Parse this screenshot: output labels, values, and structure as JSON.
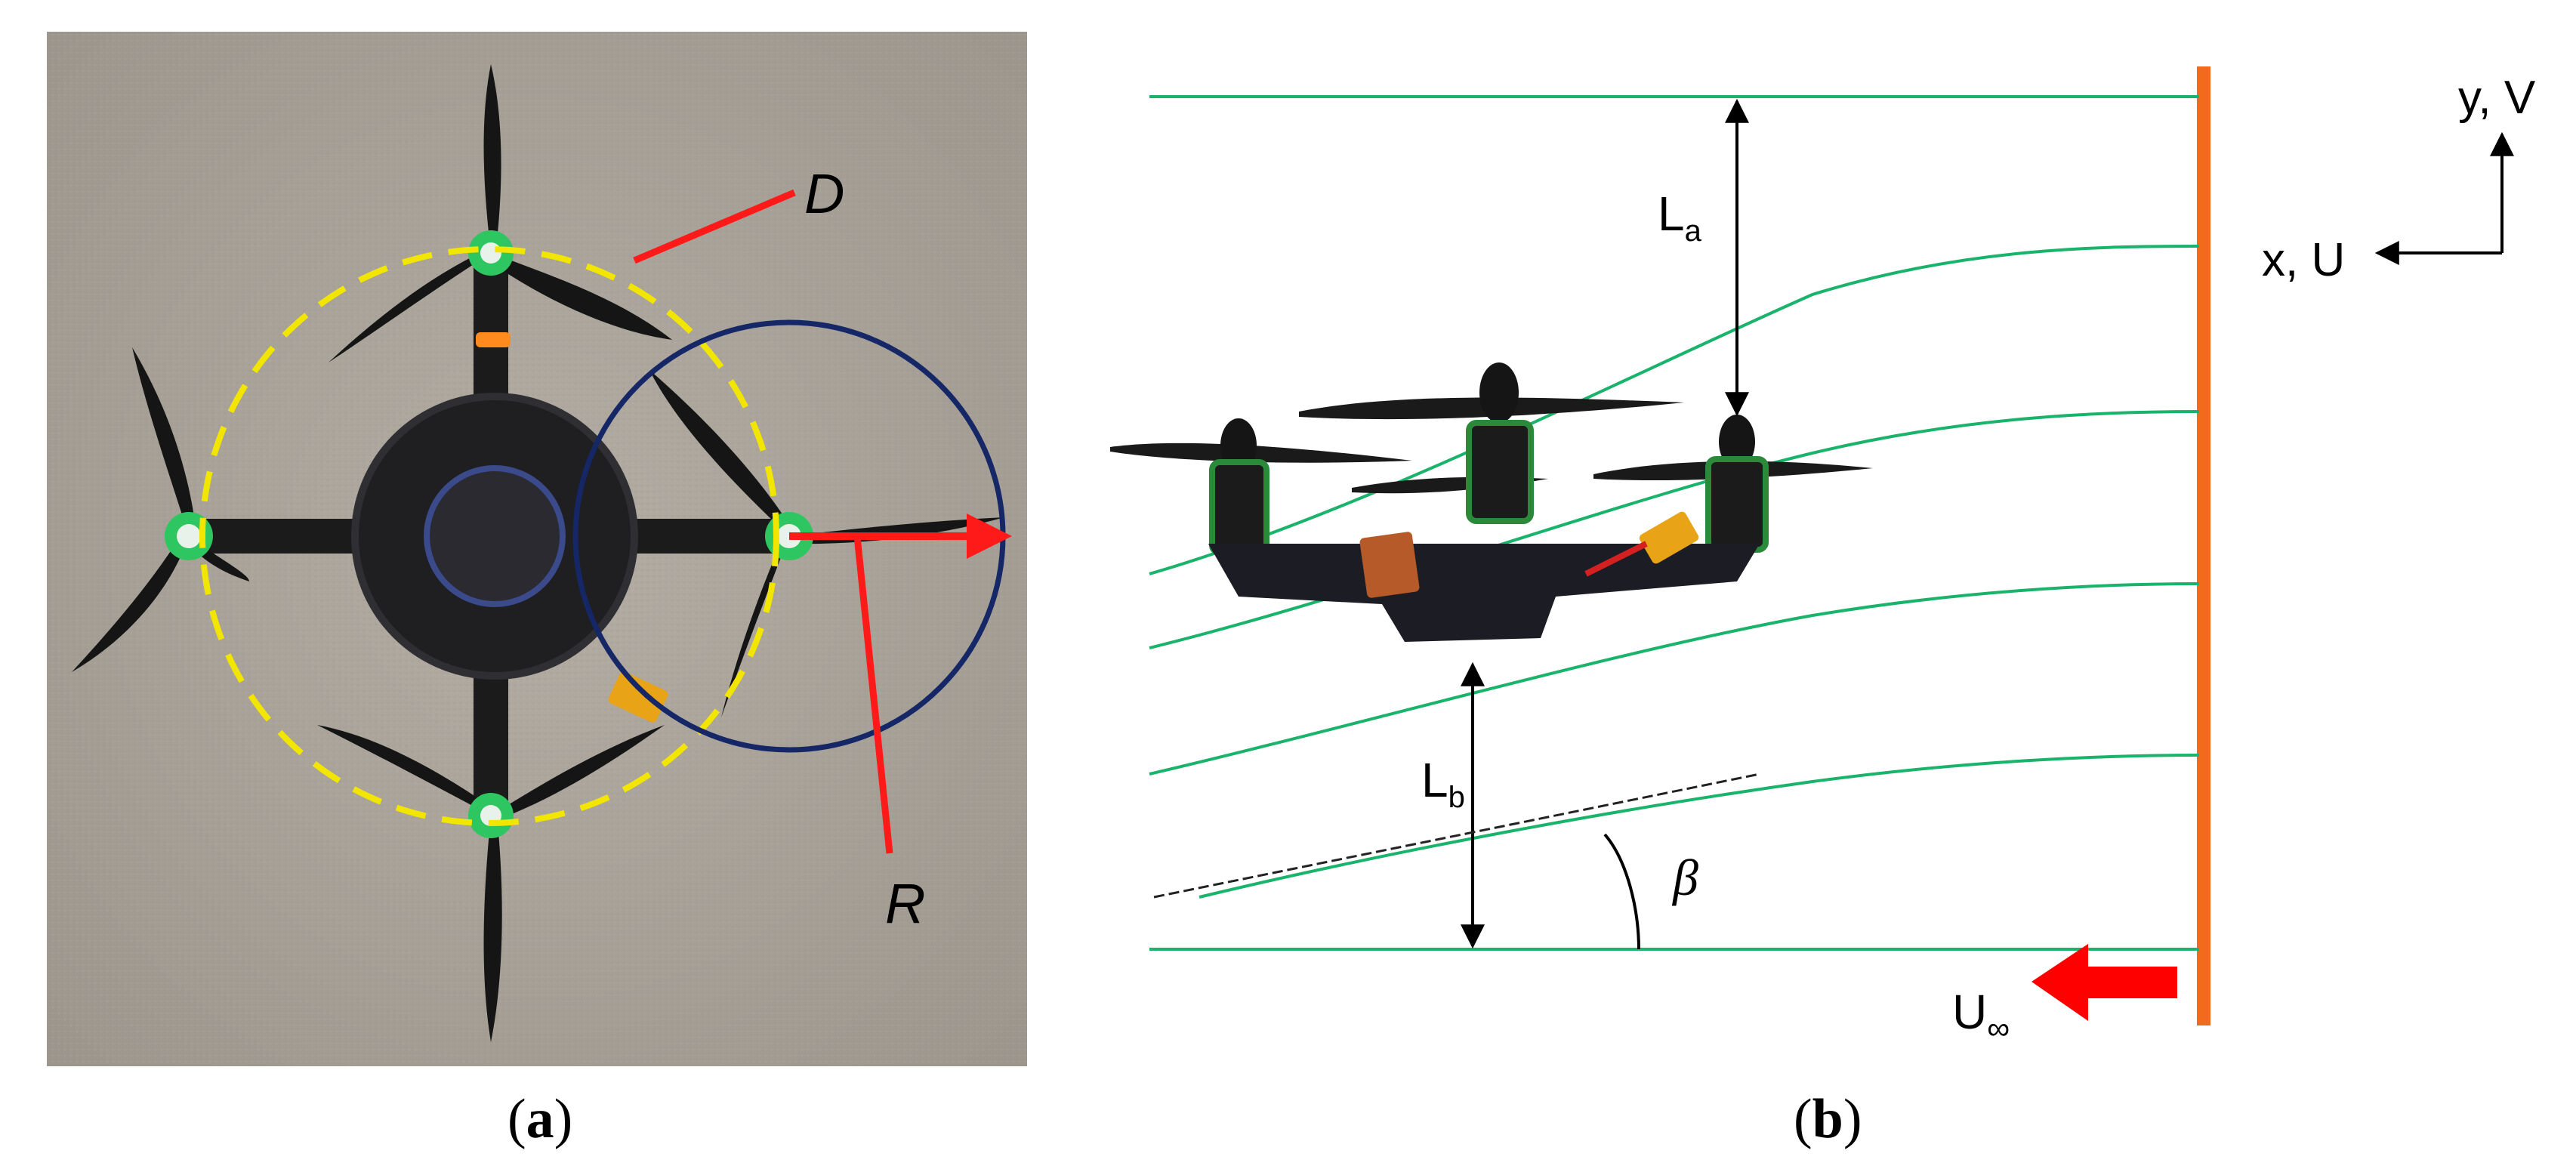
{
  "panel_a": {
    "caption_open": "(",
    "caption_letter": "a",
    "caption_close": ")",
    "label_diameter": "D",
    "label_radius": "R",
    "colors": {
      "photo_bg": "#a9a39a",
      "dashed_circle": "#f2e600",
      "solid_circle": "#152766",
      "arrow": "#ff1a1a",
      "frame": "#1b1b1b",
      "motor_ring": "#2ec660"
    }
  },
  "panel_b": {
    "caption_open": "(",
    "caption_letter": "b",
    "caption_close": ")",
    "label_la_main": "L",
    "label_la_sub": "a",
    "label_lb_main": "L",
    "label_lb_sub": "b",
    "label_beta": "β",
    "label_u_inf_main": "U",
    "label_u_inf_sub": "∞",
    "axis_y_label": "y, V",
    "axis_x_label": "x, U",
    "colors": {
      "streamline": "#19b36b",
      "wall": "#f26b1d",
      "freestream_arrow": "#ff0000",
      "drone_body": "#1c1c24",
      "drone_motor": "#2a8a3a"
    }
  }
}
